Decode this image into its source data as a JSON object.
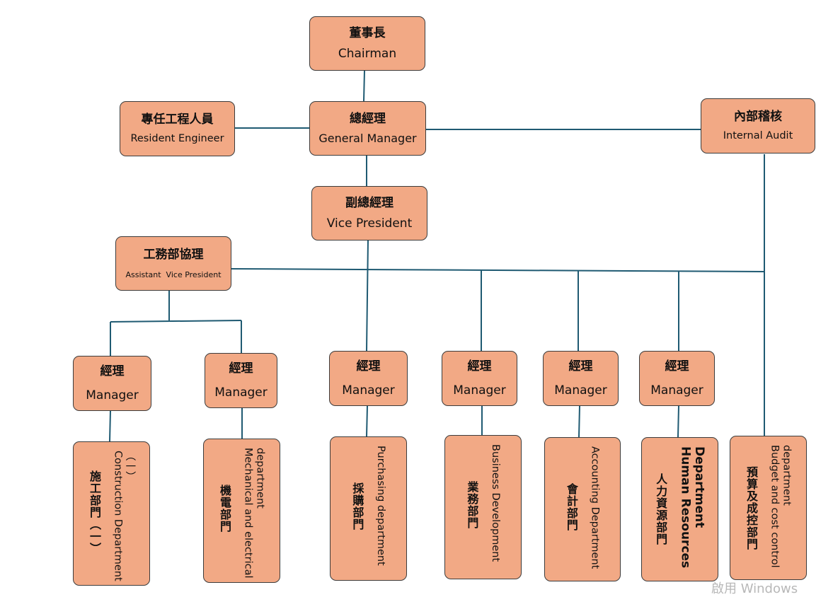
{
  "org": {
    "chairman": {
      "zh": "董事長",
      "en": "Chairman"
    },
    "resident_engineer": {
      "zh": "專任工程人員",
      "en": "Resident Engineer"
    },
    "general_manager": {
      "zh": "總經理",
      "en": "General Manager"
    },
    "internal_audit": {
      "zh": "內部稽核",
      "en": "Internal Audit"
    },
    "vice_president": {
      "zh": "副總經理",
      "en": "Vice President"
    },
    "assistant_vp": {
      "zh": "工務部協理",
      "en": "Assistant  Vice President"
    },
    "managers": [
      {
        "zh": "經理",
        "en": "Manager"
      },
      {
        "zh": "經理",
        "en": "Manager"
      },
      {
        "zh": "經理",
        "en": "Manager"
      },
      {
        "zh": "經理",
        "en": "Manager"
      },
      {
        "zh": "經理",
        "en": "Manager"
      },
      {
        "zh": "經理",
        "en": "Manager"
      }
    ],
    "departments": [
      {
        "zh": "施工部門（一）",
        "en_lines": [
          "Construction Department",
          "（一）"
        ]
      },
      {
        "zh": "機電部門",
        "en_lines": [
          "Mechanical and electrical",
          "department"
        ]
      },
      {
        "zh": "採購部門",
        "en_lines": [
          "Purchasing department"
        ]
      },
      {
        "zh": "業務部門",
        "en_lines": [
          "Business Development"
        ]
      },
      {
        "zh": "會計部門",
        "en_lines": [
          "Accounting Department"
        ]
      },
      {
        "zh": "人力資源部門",
        "en_lines": [
          "Human Resources",
          "Department"
        ]
      },
      {
        "zh": "預算及成控部門",
        "en_lines": [
          "Budget and cost control",
          "department"
        ]
      }
    ]
  },
  "watermark": "啟用 Windows",
  "colors": {
    "box_fill": "#f2a985",
    "box_border": "#3c3c3c",
    "line": "#1f5a72"
  }
}
